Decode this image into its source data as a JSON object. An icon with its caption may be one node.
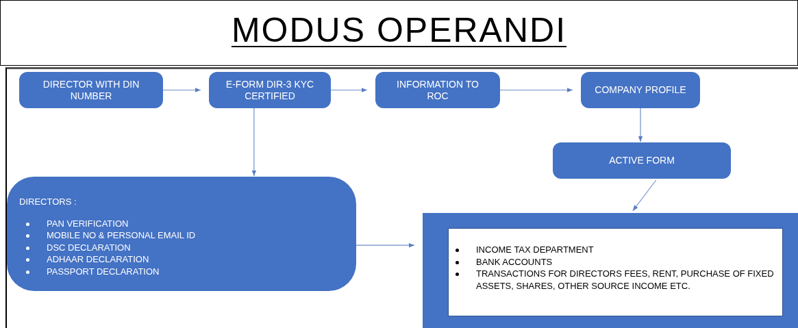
{
  "diagram": {
    "title": "MODUS OPERANDI",
    "nodes": [
      {
        "text": [
          "DIRECTOR WITH DIN NUMBER"
        ]
      },
      {
        "text": [
          "E-FORM DIR-3 KYC CERTIFIED"
        ]
      },
      {
        "text": [
          "INFORMATION TO ROC"
        ]
      },
      {
        "text": [
          "COMPANY PROFILE"
        ]
      },
      {
        "text": [
          "ACTIVE FORM"
        ]
      },
      {
        "text": [
          "DIRECTORS :",
          "PAN VERIFICATION",
          "MOBILE NO & PERSONAL EMAIL ID",
          "DSC DECLARATION",
          "ADHAAR DECLARATION",
          "PASSPORT DECLARATION"
        ]
      },
      {
        "text": [],
        "shape": "box"
      },
      {
        "text": [
          "INCOME TAX DEPARTMENT",
          "BANK ACCOUNTS",
          "TRANSACTIONS FOR DIRECTORS FEES, RENT, PURCHASE OF FIXED ASSETS, SHARES, OTHER SOURCE INCOME ETC."
        ],
        "in": 6
      }
    ],
    "edges": [
      {
        "from": 0,
        "to": 1,
        "arrow": "to"
      },
      {
        "from": 1,
        "to": 2,
        "arrow": "to"
      },
      {
        "from": 2,
        "to": 3,
        "arrow": "to"
      },
      {
        "from": 1,
        "to": 5,
        "arrow": "to"
      },
      {
        "from": 3,
        "to": 4,
        "arrow": "to"
      },
      {
        "from": 4,
        "to": 6,
        "arrow": "to"
      },
      {
        "from": 5,
        "to": 6,
        "arrow": "to"
      }
    ]
  }
}
